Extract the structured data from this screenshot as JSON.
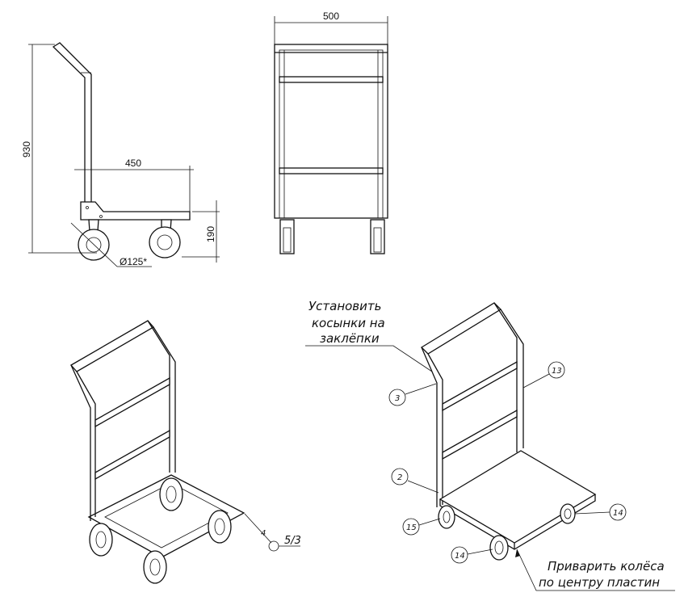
{
  "side_view": {
    "height_dim": "930",
    "platform_length_dim": "450",
    "platform_height_dim": "190",
    "wheel_dia_dim": "Ø125*"
  },
  "front_view": {
    "width_dim": "500"
  },
  "iso_left": {
    "callout": "4",
    "weld_symbol": "5/3"
  },
  "iso_right": {
    "note_top": [
      "Установить",
      "косынки на",
      "заклёпки"
    ],
    "note_bottom": [
      "Приварить колёса",
      "по центру пластин"
    ],
    "callouts": [
      "3",
      "2",
      "15",
      "14",
      "14",
      "13"
    ]
  }
}
